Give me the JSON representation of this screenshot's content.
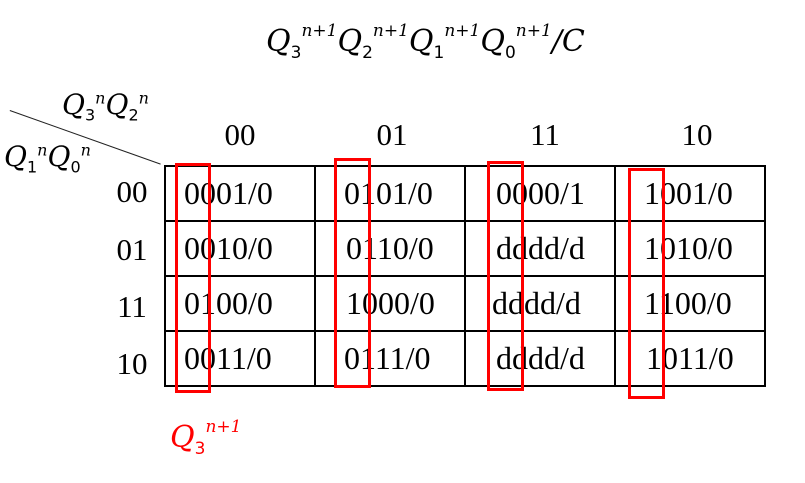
{
  "title": {
    "base": "Q",
    "terms": [
      {
        "sub": "3",
        "sup": "n+1"
      },
      {
        "sub": "2",
        "sup": "n+1"
      },
      {
        "sub": "1",
        "sup": "n+1"
      },
      {
        "sub": "0",
        "sup": "n+1"
      }
    ],
    "suffix": "/C"
  },
  "column_variables": {
    "base": "Q",
    "terms": [
      {
        "sub": "3",
        "sup": "n"
      },
      {
        "sub": "2",
        "sup": "n"
      }
    ]
  },
  "row_variables": {
    "base": "Q",
    "terms": [
      {
        "sub": "1",
        "sup": "n"
      },
      {
        "sub": "0",
        "sup": "n"
      }
    ]
  },
  "column_headers": [
    "00",
    "01",
    "11",
    "10"
  ],
  "row_headers": [
    "00",
    "01",
    "11",
    "10"
  ],
  "cells": [
    [
      "0001/0",
      "0101/0",
      "0000/1",
      "1001/0"
    ],
    [
      "0010/0",
      "0110/0",
      "dddd/d",
      "1010/0"
    ],
    [
      "0100/0",
      "1000/0",
      "dddd/d",
      "1100/0"
    ],
    [
      "0011/0",
      "0111/0",
      "dddd/d",
      "1011/0"
    ]
  ],
  "highlight": {
    "color": "#ff0000",
    "label": {
      "base": "Q",
      "sub": "3",
      "sup": "n+1"
    },
    "description": "Red boxes mark the first bit (Q3 next state) of every cell"
  }
}
